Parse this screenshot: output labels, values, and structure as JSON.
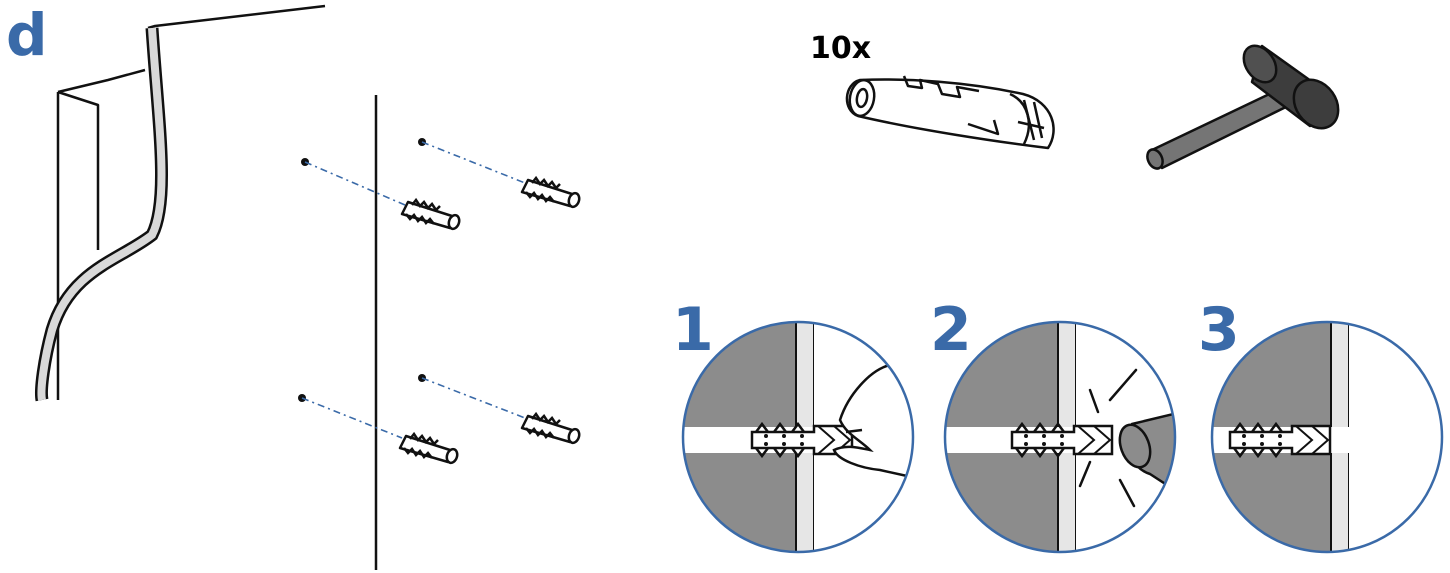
{
  "figure": {
    "panel_label": "d",
    "quantity_label": "10x",
    "steps": [
      {
        "label": "1"
      },
      {
        "label": "2"
      },
      {
        "label": "3"
      }
    ]
  },
  "colors": {
    "accent": "#3a6aa8",
    "wall_gray": "#8c8c8c",
    "light_gray": "#e6e6e6",
    "hammer_gray": "#757575",
    "outline": "#1a1a1a"
  },
  "icons": [
    "cabinet-icon",
    "wall-plug-icon",
    "hammer-icon",
    "hand-icon",
    "drill-hole-icon"
  ]
}
